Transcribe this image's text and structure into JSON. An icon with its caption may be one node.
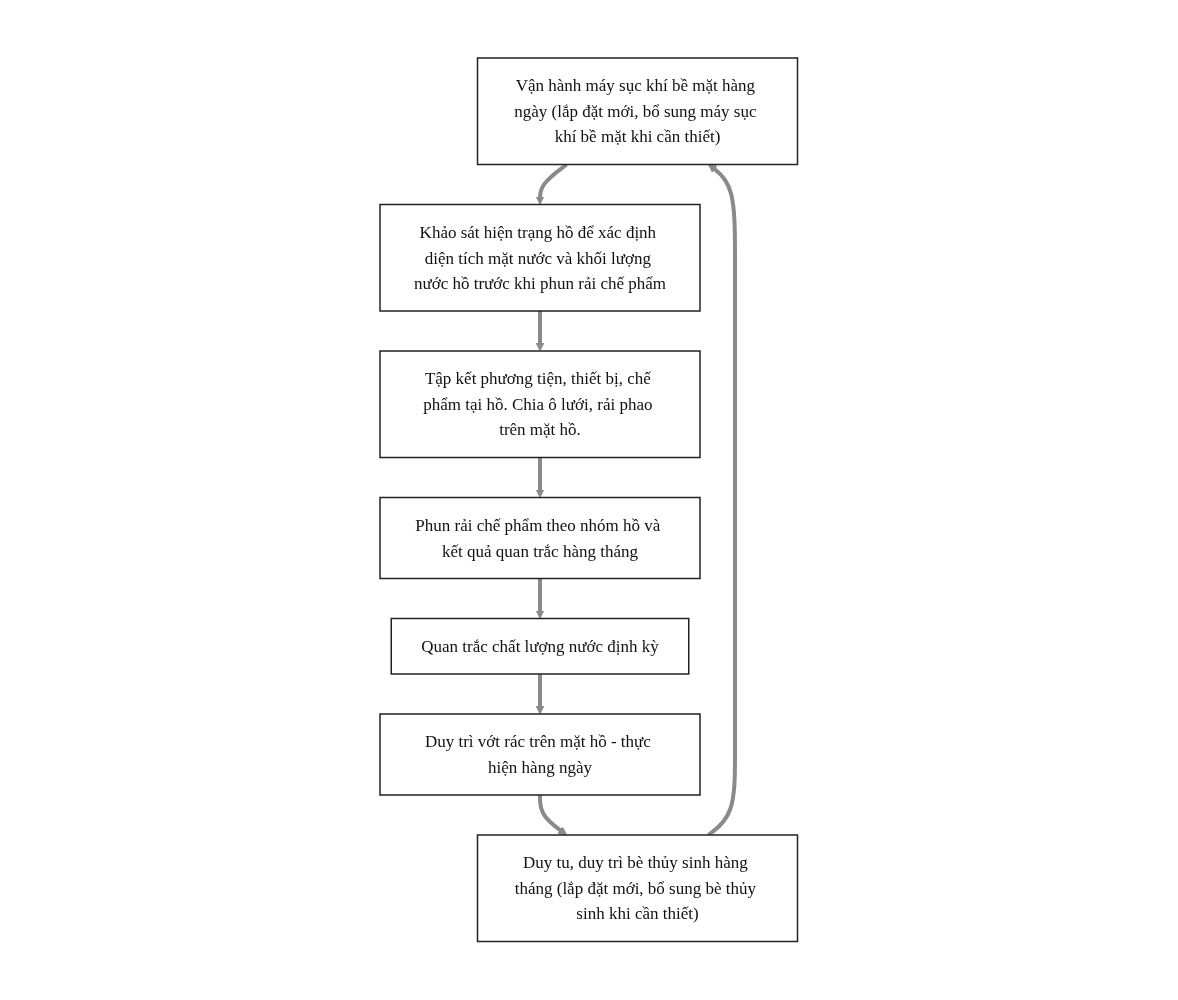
{
  "diagram": {
    "nodes": [
      {
        "text": [
          "Vận hành máy sục khí bề mặt hàng ngày (lắp đặt mới, bổ sung máy sục khí bề mặt khi cần thiết)"
        ]
      },
      {
        "text": [
          "Khảo sát hiện trạng hồ để xác định diện tích mặt nước và khối lượng nước hồ trước khi phun rải chế phẩm"
        ]
      },
      {
        "text": [
          "Duy tu, duy trì bè thủy sinh hàng tháng (lắp đặt mới, bổ sung bè thủy sinh khi cần thiết)"
        ]
      },
      {
        "text": [
          "Tập kết phương tiện, thiết bị, chế phẩm tại hồ. Chia ô lưới, rải phao trên mặt hồ."
        ]
      },
      {
        "text": [
          "Duy trì vớt rác trên mặt hồ - thực hiện hàng ngày"
        ]
      },
      {
        "text": [
          "Phun rải chế phẩm theo nhóm hồ và kết quả quan trắc hàng tháng"
        ]
      },
      {
        "text": [
          "Quan trắc chất lượng nước định kỳ"
        ]
      }
    ],
    "edges": [
      {
        "from": 1,
        "to": 3,
        "arrow": "to"
      },
      {
        "from": 3,
        "to": 5,
        "arrow": "to"
      },
      {
        "from": 5,
        "to": 6,
        "arrow": "to"
      },
      {
        "from": 6,
        "to": 4,
        "arrow": "to"
      },
      {
        "from": 4,
        "to": 2,
        "arrow": "to"
      },
      {
        "from": 2,
        "to": 0,
        "arrow": "to"
      },
      {
        "from": 0,
        "to": 1,
        "arrow": "to"
      }
    ]
  }
}
